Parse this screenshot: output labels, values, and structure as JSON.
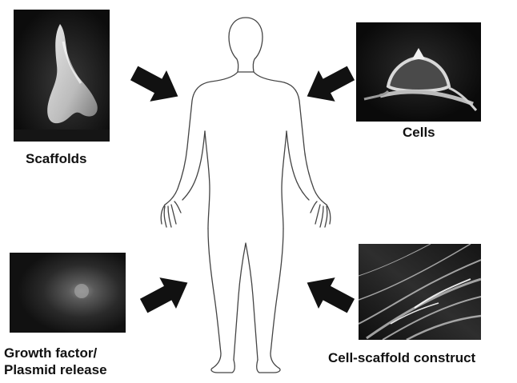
{
  "labels": {
    "scaffolds": "Scaffolds",
    "cells": "Cells",
    "growth_factor_line1": "Growth factor/",
    "growth_factor_line2": "Plasmid release",
    "construct": "Cell-scaffold construct"
  },
  "icons": {
    "arrow": "thick-arrow-icon",
    "body": "human-body-outline"
  },
  "colors": {
    "arrow": "#111111",
    "outline": "#444444",
    "label": "#111111"
  }
}
